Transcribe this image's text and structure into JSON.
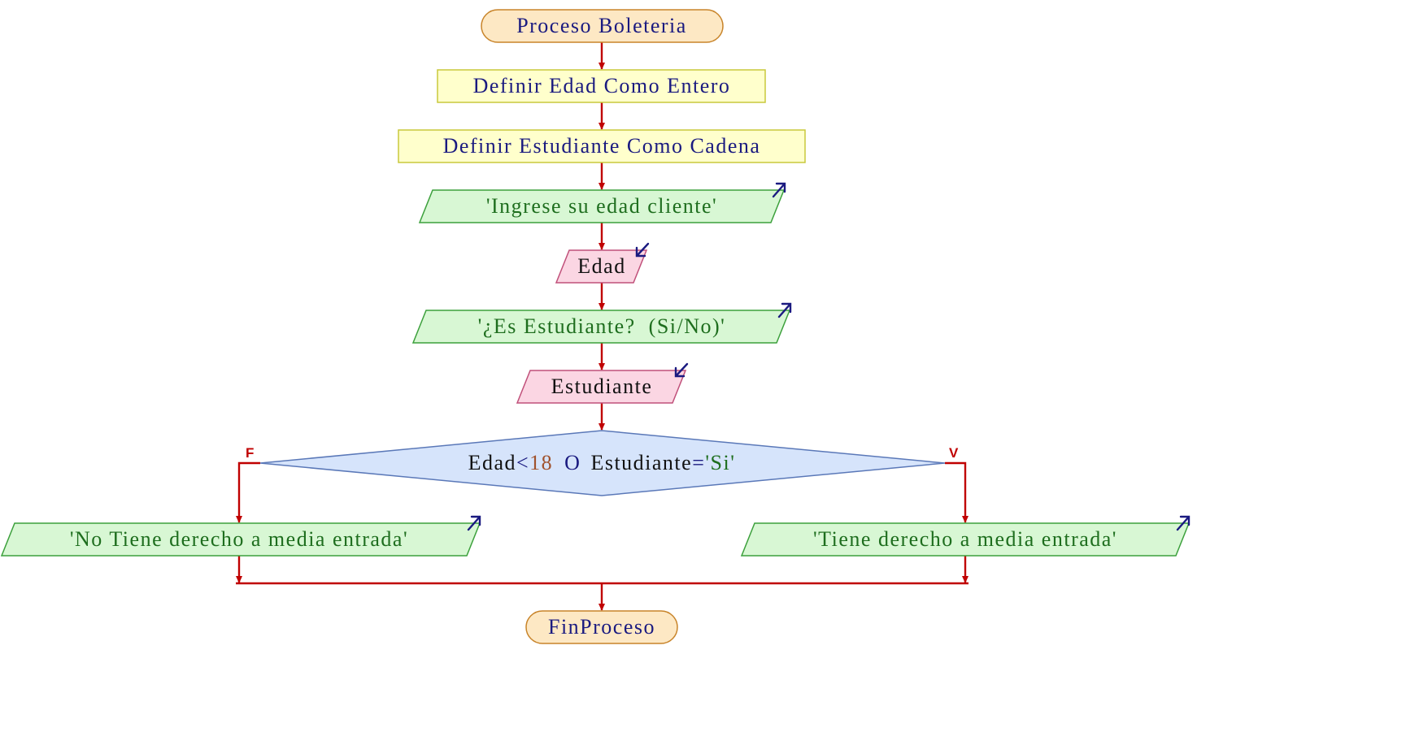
{
  "colors": {
    "terminal_fill": "#fde8c4",
    "terminal_stroke": "#c8842a",
    "process_fill": "#ffffcc",
    "process_stroke": "#c8c83c",
    "output_fill": "#d8f7d4",
    "output_stroke": "#3ca03c",
    "input_fill": "#fbd6e3",
    "input_stroke": "#c0507a",
    "decision_fill": "#d6e4fb",
    "decision_stroke": "#5a78b8",
    "connector": "#c00000",
    "io_arrow": "#1a1a80"
  },
  "nodes": {
    "start": {
      "text": "Proceso Boleteria"
    },
    "def_edad": {
      "text": "Definir Edad Como Entero"
    },
    "def_estudiante": {
      "text": "Definir Estudiante Como Cadena"
    },
    "out_edad": {
      "text": "'Ingrese su edad cliente'"
    },
    "in_edad": {
      "text": "Edad"
    },
    "out_estudiante": {
      "text": "'¿Es Estudiante?  (Si/No)'"
    },
    "in_estudiante": {
      "text": "Estudiante"
    },
    "decision": {
      "var1": "Edad",
      "op1": "<",
      "num": "18",
      "logic": "O",
      "var2": "Estudiante",
      "op2": "=",
      "str": "'Si'"
    },
    "out_false": {
      "text": "'No Tiene derecho a media entrada'"
    },
    "out_true": {
      "text": "'Tiene derecho a media entrada'"
    },
    "end": {
      "text": "FinProceso"
    }
  },
  "branches": {
    "false_label": "F",
    "true_label": "V"
  },
  "icons": {
    "output": "arrow-up-right-icon",
    "input": "arrow-down-left-icon"
  }
}
